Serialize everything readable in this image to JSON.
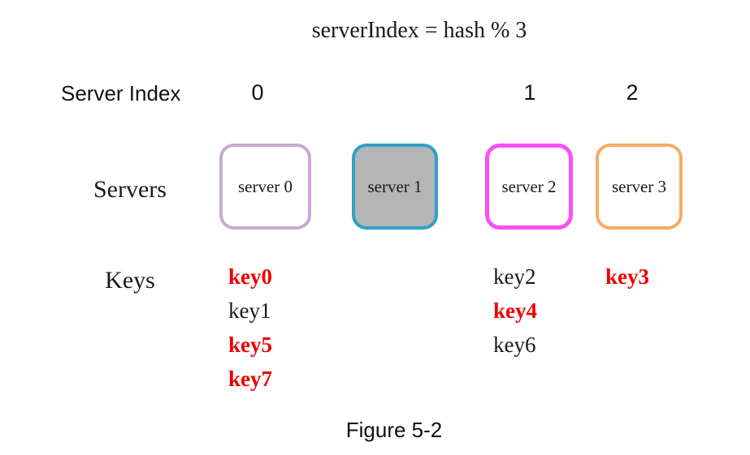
{
  "title": "serverIndex = hash % 3",
  "caption": "Figure 5-2",
  "labels": {
    "server_index": "Server Index",
    "servers": "Servers",
    "keys": "Keys"
  },
  "columns": [
    {
      "index_label": "0",
      "server": {
        "name": "server 0",
        "border_color": "#c7abd3",
        "fill_color": "#ffffff"
      },
      "keys": [
        {
          "label": "key0",
          "color": "#ee0000",
          "weight": "bold"
        },
        {
          "label": "key1",
          "color": "#1a1a1a",
          "weight": "normal"
        },
        {
          "label": "key5",
          "color": "#ee0000",
          "weight": "bold"
        },
        {
          "label": "key7",
          "color": "#ee0000",
          "weight": "bold"
        }
      ]
    },
    {
      "index_label": "",
      "server": {
        "name": "server 1",
        "border_color": "#2fa1c9",
        "fill_color": "#b5b5b5"
      },
      "keys": []
    },
    {
      "index_label": "1",
      "server": {
        "name": "server 2",
        "border_color": "#fa4ff5",
        "fill_color": "#ffffff"
      },
      "keys": [
        {
          "label": "key2",
          "color": "#1a1a1a",
          "weight": "normal"
        },
        {
          "label": "key4",
          "color": "#ee0000",
          "weight": "bold"
        },
        {
          "label": "key6",
          "color": "#1a1a1a",
          "weight": "normal"
        }
      ]
    },
    {
      "index_label": "2",
      "server": {
        "name": "server 3",
        "border_color": "#f8ab64",
        "fill_color": "#ffffff"
      },
      "keys": [
        {
          "label": "key3",
          "color": "#ee0000",
          "weight": "bold"
        }
      ]
    }
  ],
  "colors": {
    "highlight_key": "#ee0000",
    "text": "#1a1a1a",
    "offline_server_fill": "#b5b5b5"
  }
}
